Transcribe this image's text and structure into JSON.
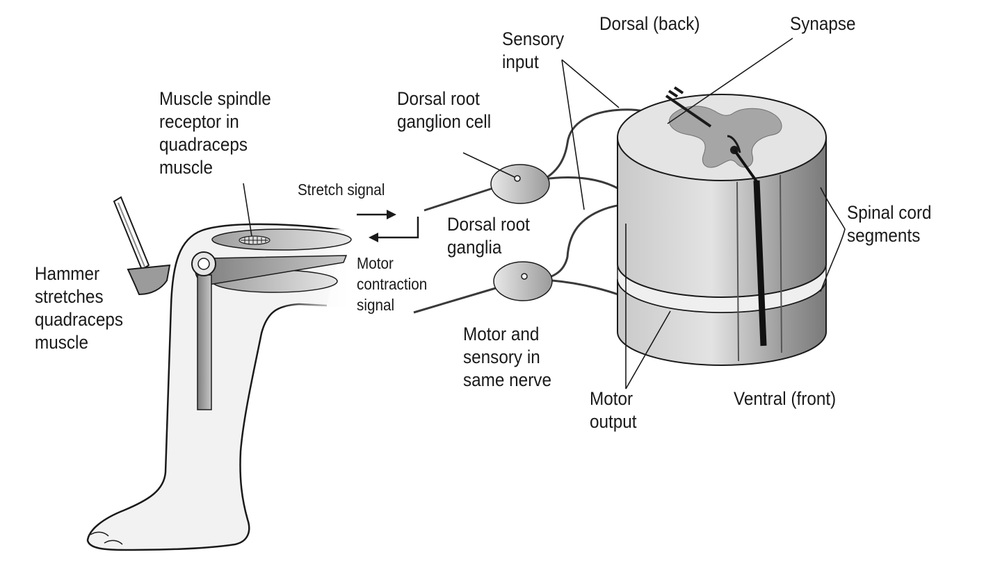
{
  "labels": {
    "muscle_spindle": "Muscle spindle\nreceptor in\nquadraceps\nmuscle",
    "hammer": "Hammer\nstretches\nquadraceps\nmuscle",
    "stretch_signal": "Stretch signal",
    "motor_contraction": "Motor\ncontraction\nsignal",
    "dorsal_root_ganglion_cell": "Dorsal root\nganglion cell",
    "dorsal_root_ganglia": "Dorsal root\nganglia",
    "sensory_input": "Sensory\ninput",
    "dorsal_back": "Dorsal (back)",
    "synapse": "Synapse",
    "spinal_cord_segments": "Spinal cord\nsegments",
    "motor_and_sensory": "Motor and\nsensory in\nsame nerve",
    "motor_output": "Motor\noutput",
    "ventral_front": "Ventral (front)"
  },
  "colors": {
    "ink": "#1a1a1a",
    "leg_fill": "#f2f2f2",
    "muscle_fill": "#b3b3b3",
    "cord_light": "#d9d9d9",
    "cord_dark": "#8c8c8c",
    "grey_matter": "#a6a6a6",
    "ganglion_fill": "#c4c4c4"
  }
}
